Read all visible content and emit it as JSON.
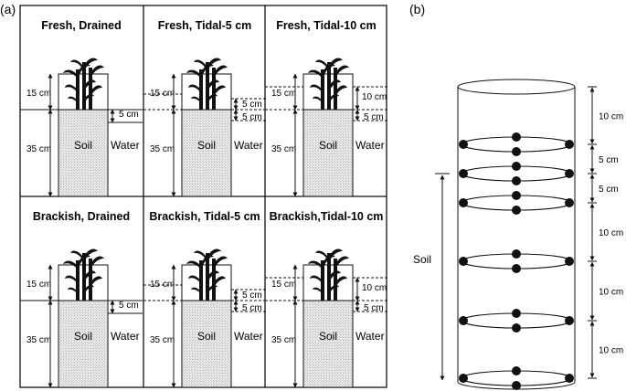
{
  "figure": {
    "panel_a_label": "(a)",
    "panel_b_label": "(b)"
  },
  "panel_a": {
    "cells": [
      {
        "title": "Fresh, Drained",
        "soil": "Soil",
        "water": "Water",
        "above": "15 cm",
        "below": "35 cm",
        "water_marks": [
          "5 cm"
        ]
      },
      {
        "title": "Fresh, Tidal-5 cm",
        "soil": "Soil",
        "water": "Water",
        "above": "15 cm",
        "below": "35 cm",
        "water_marks": [
          "5 cm",
          "5 cm"
        ]
      },
      {
        "title": "Fresh, Tidal-10 cm",
        "soil": "Soil",
        "water": "Water",
        "above": "15 cm",
        "below": "35 cm",
        "water_marks": [
          "10 cm",
          "5 cm"
        ]
      },
      {
        "title": "Brackish, Drained",
        "soil": "Soil",
        "water": "Water",
        "above": "15 cm",
        "below": "35 cm",
        "water_marks": [
          "5 cm"
        ]
      },
      {
        "title": "Brackish, Tidal-5 cm",
        "soil": "Soil",
        "water": "Water",
        "above": "15 cm",
        "below": "35 cm",
        "water_marks": [
          "5 cm",
          "5 cm"
        ]
      },
      {
        "title": "Brackish,Tidal-10 cm",
        "soil": "Soil",
        "water": "Water",
        "above": "15 cm",
        "below": "35 cm",
        "water_marks": [
          "10 cm",
          "5 cm"
        ]
      }
    ]
  },
  "panel_b": {
    "soil_label": "Soil",
    "segments": [
      "10 cm",
      "5 cm",
      "5 cm",
      "10 cm",
      "10 cm",
      "10 cm"
    ]
  }
}
